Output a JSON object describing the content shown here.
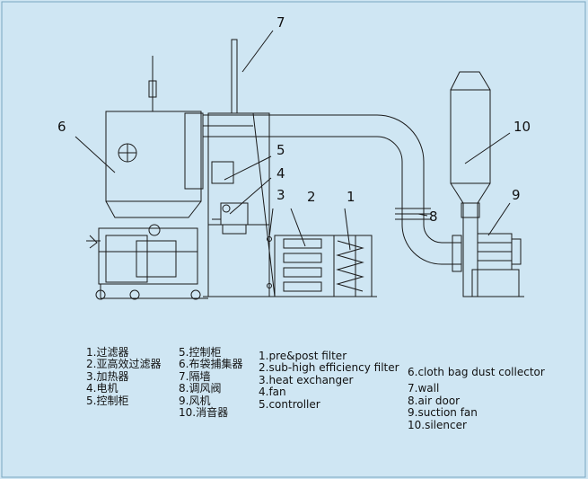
{
  "callouts": [
    "1",
    "2",
    "3",
    "4",
    "5",
    "6",
    "7",
    "8",
    "9",
    "10"
  ],
  "legend_cn_1": [
    "1.过滤器",
    "2.亚高效过滤器",
    "3.加热器",
    "4.电机",
    "5.控制柜"
  ],
  "legend_cn_2": [
    "5.控制柜",
    "6.布袋捕集器",
    "7.隔墙",
    "8.调风阀",
    "9.风机",
    "10.消音器"
  ],
  "legend_en_1": [
    "1.pre&post filter",
    "2.sub-high efficiency filter",
    "3.heat exchanger",
    "4.fan",
    "5.controller"
  ],
  "legend_en_2": [
    "6.cloth bag dust collector",
    "7.wall",
    "8.air door",
    "9.suction fan",
    "10.silencer"
  ],
  "colors": {
    "background": "#cfe6f3",
    "line": "#1a1a1a"
  }
}
